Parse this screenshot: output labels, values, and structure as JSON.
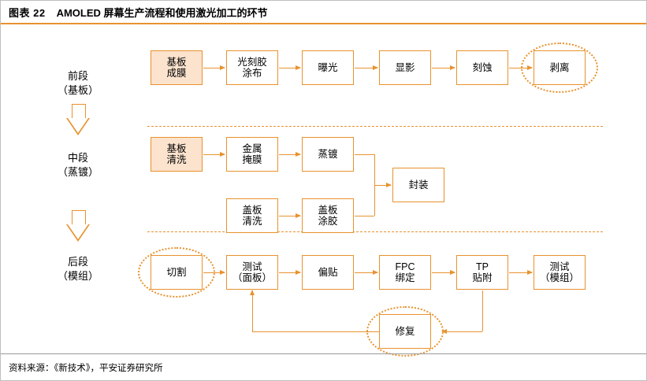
{
  "header": {
    "figure_number": "图表 22",
    "title": "AMOLED 屏幕生产流程和使用激光加工的环节"
  },
  "footer": {
    "source": "资料来源：《新技术》，平安证券研究所"
  },
  "colors": {
    "accent": "#E8922E",
    "node_fill": "#FBE3CE",
    "background": "#FFFFFF"
  },
  "stages": [
    {
      "line1": "前段",
      "line2": "（基板）"
    },
    {
      "line1": "中段",
      "line2": "（蒸镀）"
    },
    {
      "line1": "后段",
      "line2": "（模组）"
    }
  ],
  "nodes": {
    "front": [
      {
        "id": "n1",
        "line1": "基板",
        "line2": "成膜",
        "filled": true,
        "highlight": false
      },
      {
        "id": "n2",
        "line1": "光刻胶",
        "line2": "涂布",
        "filled": false,
        "highlight": false
      },
      {
        "id": "n3",
        "line1": "曝光",
        "line2": "",
        "filled": false,
        "highlight": false
      },
      {
        "id": "n4",
        "line1": "显影",
        "line2": "",
        "filled": false,
        "highlight": false
      },
      {
        "id": "n5",
        "line1": "刻蚀",
        "line2": "",
        "filled": false,
        "highlight": false
      },
      {
        "id": "n6",
        "line1": "剥离",
        "line2": "",
        "filled": false,
        "highlight": true
      }
    ],
    "middle_row1": [
      {
        "id": "m1",
        "line1": "基板",
        "line2": "清洗",
        "filled": true,
        "highlight": false
      },
      {
        "id": "m2",
        "line1": "金属",
        "line2": "掩膜",
        "filled": false,
        "highlight": false
      },
      {
        "id": "m3",
        "line1": "蒸镀",
        "line2": "",
        "filled": false,
        "highlight": false
      }
    ],
    "middle_row2": [
      {
        "id": "m4",
        "line1": "盖板",
        "line2": "清洗",
        "filled": false,
        "highlight": false
      },
      {
        "id": "m5",
        "line1": "盖板",
        "line2": "涂胶",
        "filled": false,
        "highlight": false
      }
    ],
    "middle_pack": {
      "id": "m6",
      "line1": "封装",
      "line2": "",
      "filled": false,
      "highlight": false
    },
    "back": [
      {
        "id": "b1",
        "line1": "切割",
        "line2": "",
        "filled": false,
        "highlight": true
      },
      {
        "id": "b2",
        "line1": "测试",
        "line2": "（面板）",
        "filled": false,
        "highlight": false
      },
      {
        "id": "b3",
        "line1": "偏贴",
        "line2": "",
        "filled": false,
        "highlight": false
      },
      {
        "id": "b4",
        "line1": "FPC",
        "line2": "绑定",
        "filled": false,
        "highlight": false
      },
      {
        "id": "b5",
        "line1": "TP",
        "line2": "贴附",
        "filled": false,
        "highlight": false
      },
      {
        "id": "b6",
        "line1": "测试",
        "line2": "（模组）",
        "filled": false,
        "highlight": false
      }
    ],
    "repair": {
      "id": "b7",
      "line1": "修复",
      "line2": "",
      "filled": false,
      "highlight": true
    }
  }
}
